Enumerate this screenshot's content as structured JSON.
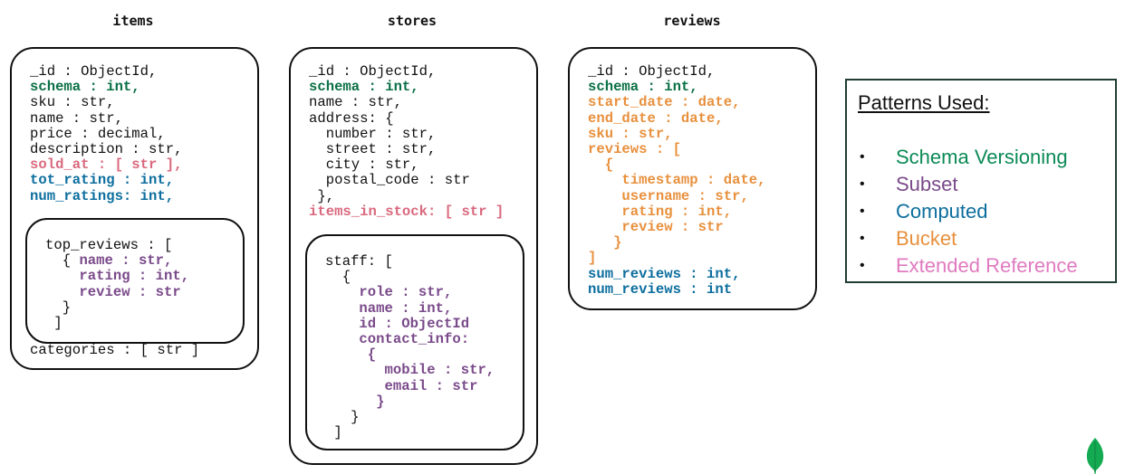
{
  "collections": {
    "items": {
      "title": "items",
      "lines": [
        {
          "text": "_id : ObjectId,",
          "c": ""
        },
        {
          "text": "schema : int,",
          "c": "c-schema"
        },
        {
          "text": "sku : str,",
          "c": ""
        },
        {
          "text": "name : str,",
          "c": ""
        },
        {
          "text": "price : decimal,",
          "c": ""
        },
        {
          "text": "description : str,",
          "c": ""
        },
        {
          "text": "sold_at : [ str ],",
          "c": "c-extref"
        },
        {
          "text": "tot_rating : int,",
          "c": "c-computed"
        },
        {
          "text": "num_ratings: int,",
          "c": "c-computed"
        }
      ],
      "inner_lines": [
        {
          "text": "top_reviews : [",
          "c": ""
        },
        {
          "text": "  { ",
          "c": "",
          "rest": [
            {
              "text": "name : str,",
              "c": "c-subset"
            }
          ]
        },
        {
          "text": "    rating : int,",
          "c": "c-subset"
        },
        {
          "text": "    review : str",
          "c": "c-subset"
        },
        {
          "text": "  }",
          "c": ""
        },
        {
          "text": " ]",
          "c": ""
        }
      ],
      "after_lines": [
        {
          "text": "categories : [ str ]",
          "c": ""
        }
      ]
    },
    "stores": {
      "title": "stores",
      "lines": [
        {
          "text": "_id : ObjectId,",
          "c": ""
        },
        {
          "text": "schema : int,",
          "c": "c-schema"
        },
        {
          "text": "name : str,",
          "c": ""
        },
        {
          "text": "address: {",
          "c": ""
        },
        {
          "text": "  number : str,",
          "c": ""
        },
        {
          "text": "  street : str,",
          "c": ""
        },
        {
          "text": "  city : str,",
          "c": ""
        },
        {
          "text": "  postal_code : str",
          "c": ""
        },
        {
          "text": " },",
          "c": ""
        },
        {
          "text": "items_in_stock: [ str ]",
          "c": "c-extref"
        }
      ],
      "inner_lines": [
        {
          "text": "staff: [",
          "c": ""
        },
        {
          "text": "  {",
          "c": ""
        },
        {
          "text": "    role : str,",
          "c": "c-subset"
        },
        {
          "text": "    name : int,",
          "c": "c-subset"
        },
        {
          "text": "    id : ObjectId",
          "c": "c-subset"
        },
        {
          "text": "    contact_info:",
          "c": "c-subset"
        },
        {
          "text": "     {",
          "c": "c-subset"
        },
        {
          "text": "       mobile : str,",
          "c": "c-subset"
        },
        {
          "text": "       email : str",
          "c": "c-subset"
        },
        {
          "text": "      }",
          "c": "c-subset"
        },
        {
          "text": "   }",
          "c": ""
        },
        {
          "text": " ]",
          "c": ""
        }
      ]
    },
    "reviews": {
      "title": "reviews",
      "lines": [
        {
          "text": "_id : ObjectId,",
          "c": ""
        },
        {
          "text": "schema : int,",
          "c": "c-schema"
        },
        {
          "text": "start_date : date,",
          "c": "c-bucket"
        },
        {
          "text": "end_date : date,",
          "c": "c-bucket"
        },
        {
          "text": "sku : str,",
          "c": "c-bucket"
        },
        {
          "text": "reviews : [",
          "c": "c-bucket"
        },
        {
          "text": "  {",
          "c": "c-bucket"
        },
        {
          "text": "    timestamp : date,",
          "c": "c-bucket"
        },
        {
          "text": "    username : str,",
          "c": "c-bucket"
        },
        {
          "text": "    rating : int,",
          "c": "c-bucket"
        },
        {
          "text": "    review : str",
          "c": "c-bucket"
        },
        {
          "text": "   }",
          "c": "c-bucket"
        },
        {
          "text": "]",
          "c": "c-bucket"
        },
        {
          "text": "sum_reviews : int,",
          "c": "c-computed"
        },
        {
          "text": "num_reviews : int",
          "c": "c-computed"
        }
      ]
    }
  },
  "legend": {
    "title": "Patterns Used:",
    "bullet": "•",
    "items": [
      {
        "label": "Schema Versioning",
        "color": "#0b8a55"
      },
      {
        "label": "Subset",
        "color": "#7a4a8a"
      },
      {
        "label": "Computed",
        "color": "#0c6e9e"
      },
      {
        "label": "Bucket",
        "color": "#e8903d"
      },
      {
        "label": "Extended Reference",
        "color": "#e07ac0"
      }
    ]
  },
  "colors": {
    "schema": "#0b7046",
    "subset": "#7a4a8a",
    "computed": "#0c6e9e",
    "bucket": "#e8903d",
    "extended_reference": "#d9697e",
    "logo": "#13aa52"
  },
  "logo_icon": "leaf-icon"
}
